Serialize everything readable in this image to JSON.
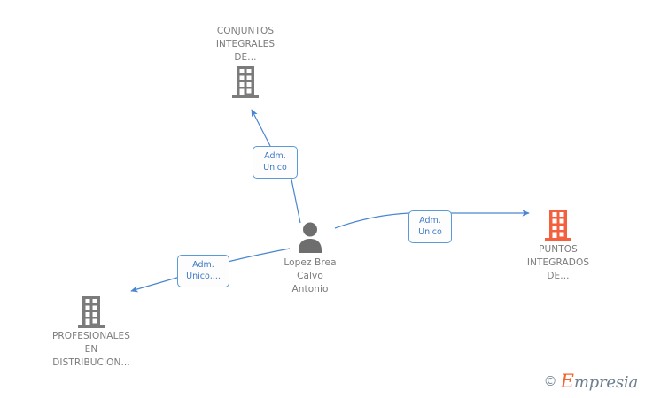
{
  "graph": {
    "title": "Mercantile relationship graph",
    "background": "#ffffff",
    "edge_color": "#5b9bd5",
    "node_gray": "#7b7b7b",
    "node_orange": "#f4603e",
    "label_text_color": "#3c7ac4",
    "label_border_color": "#5b9bd5"
  },
  "nodes": [
    {
      "id": "conjuntos",
      "icon": "building-icon",
      "icon_color": "#7b7b7b",
      "caption": "CONJUNTOS\nINTEGRALES\nDE...",
      "caption_color": "#7b7b7b",
      "caption_position": "above"
    },
    {
      "id": "person",
      "icon": "person-icon",
      "icon_color": "#6e6e6e",
      "caption": "Lopez Brea\nCalvo\nAntonio",
      "caption_color": "#7b7b7b",
      "caption_position": "below"
    },
    {
      "id": "puntos",
      "icon": "building-icon",
      "icon_color": "#f4603e",
      "caption": "PUNTOS\nINTEGRADOS\nDE...",
      "caption_color": "#7b7b7b",
      "caption_position": "below"
    },
    {
      "id": "profesionales",
      "icon": "building-icon",
      "icon_color": "#7b7b7b",
      "caption": "PROFESIONALES\nEN\nDISTRIBUCION...",
      "caption_color": "#7b7b7b",
      "caption_position": "below"
    }
  ],
  "edges": [
    {
      "id": "edge-person-conjuntos",
      "from": "person",
      "to": "conjuntos",
      "label": "Adm.\nUnico",
      "direction": "up-left"
    },
    {
      "id": "edge-person-puntos",
      "from": "person",
      "to": "puntos",
      "label": "Adm.\nUnico",
      "direction": "right"
    },
    {
      "id": "edge-person-profesionales",
      "from": "person",
      "to": "profesionales",
      "label": "Adm.\nUnico,...",
      "direction": "down-left"
    }
  ],
  "watermark": {
    "copyright": "©",
    "brand_initial": "E",
    "brand_rest": "mpresia"
  }
}
